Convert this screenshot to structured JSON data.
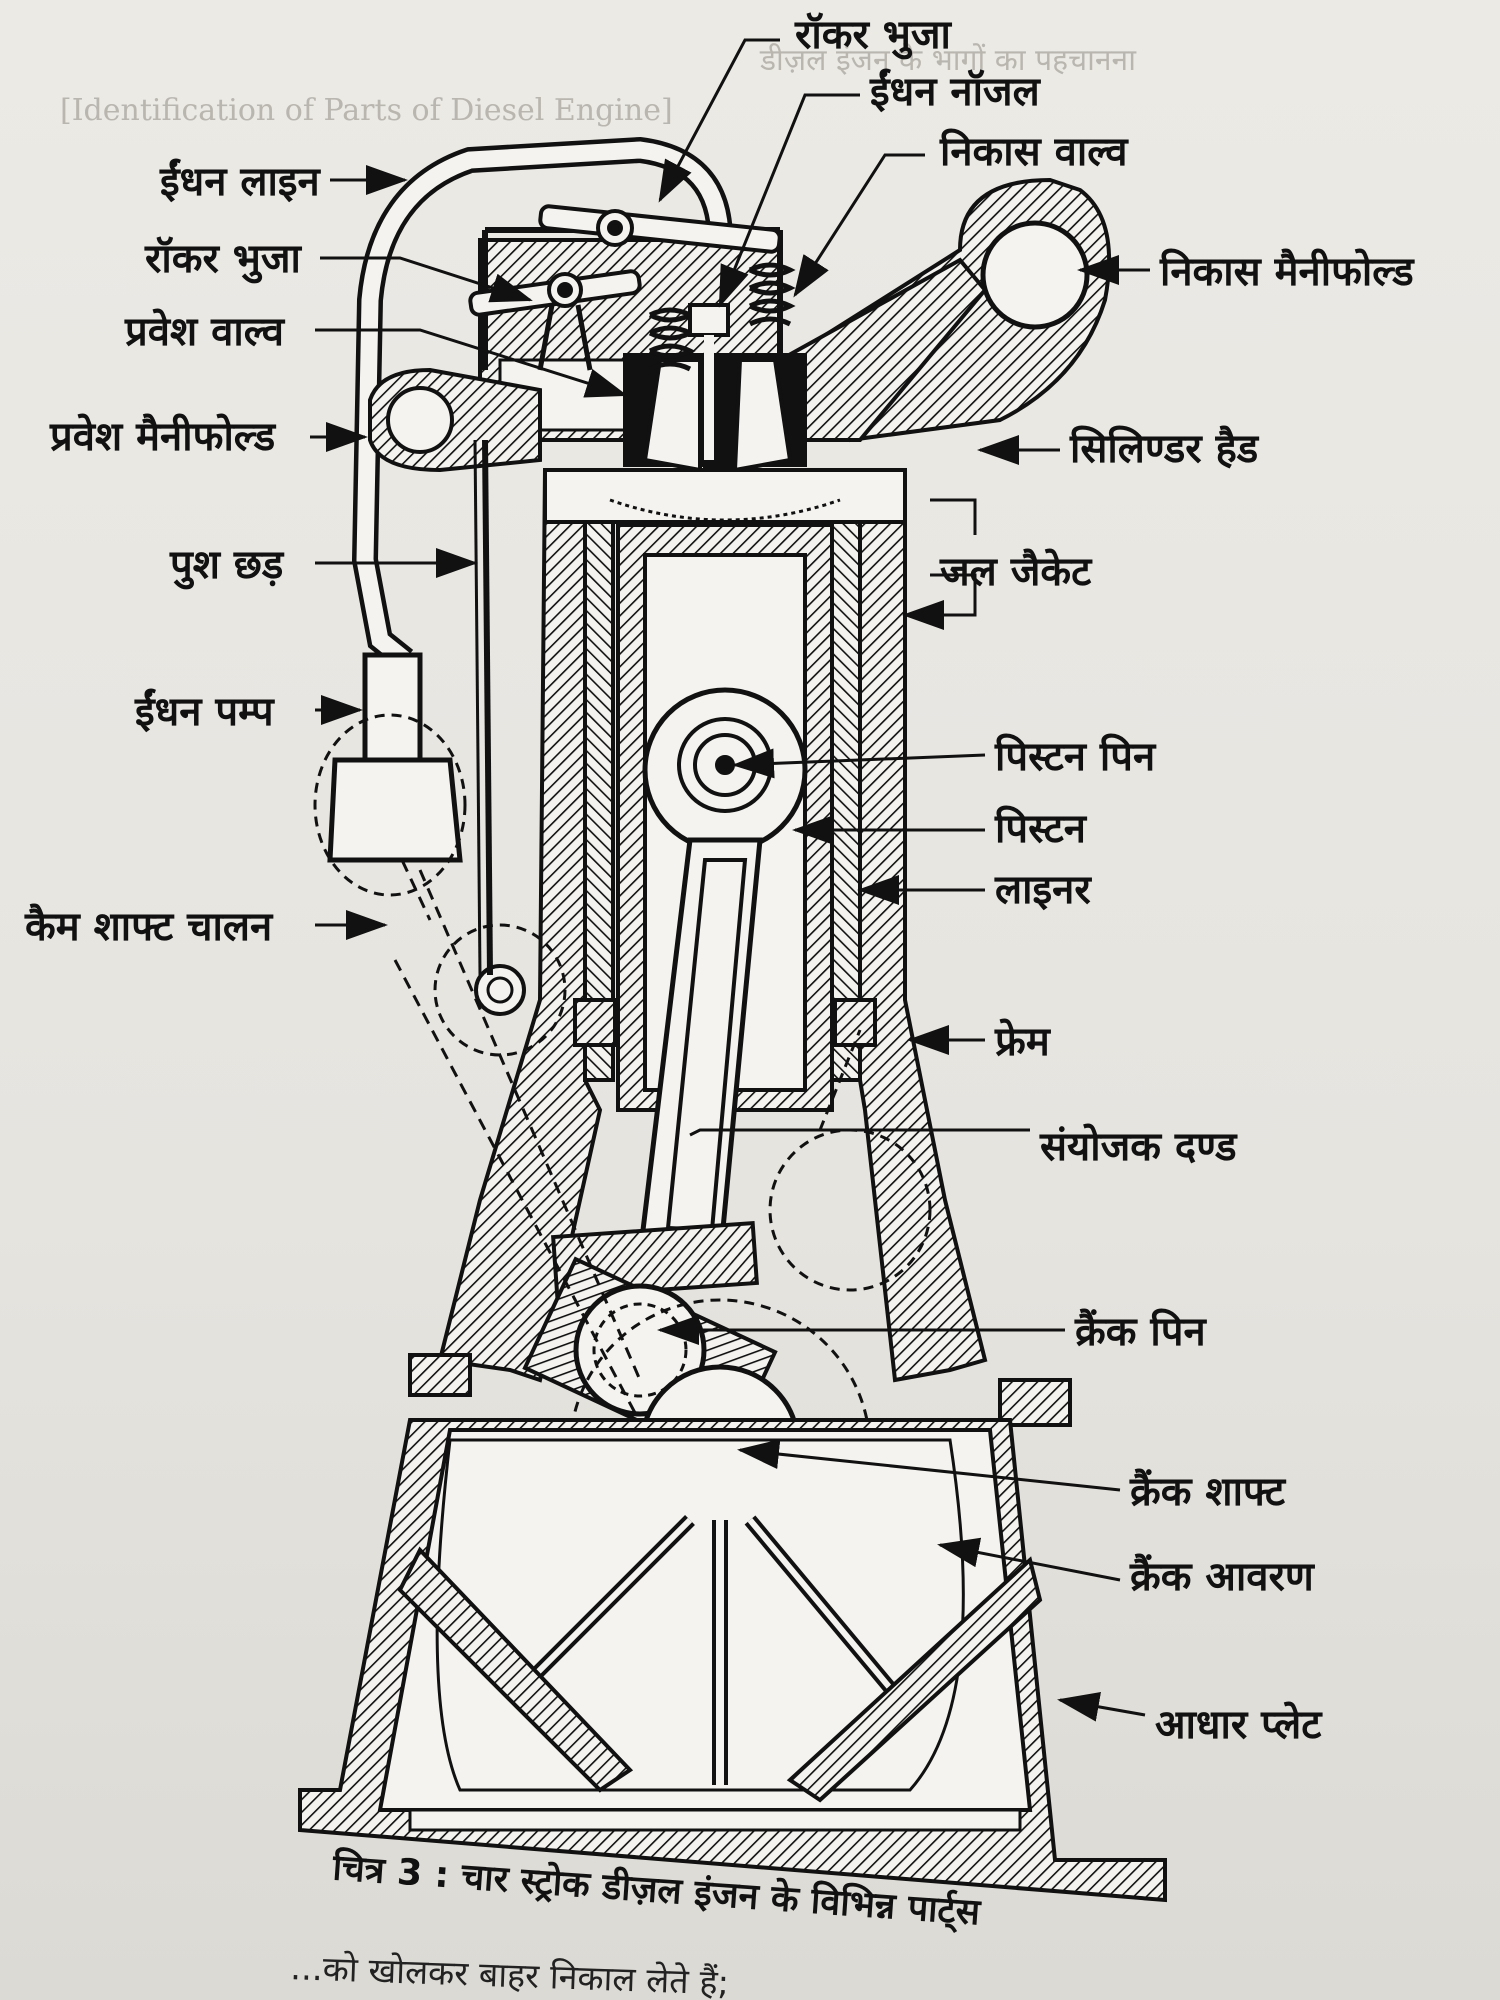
{
  "labels": {
    "rocker_arm_top": "रॉकर भुजा",
    "fuel_nozzle": "ईंधन नॉजल",
    "exhaust_valve": "निकास वाल्व",
    "fuel_line": "ईंधन लाइन",
    "exhaust_manifold": "निकास मैनीफोल्ड",
    "rocker_arm_left": "रॉकर भुजा",
    "intake_valve": "प्रवेश वाल्व",
    "intake_manifold": "प्रवेश मैनीफोल्ड",
    "cylinder_head": "सिलिण्डर हैड",
    "push_rod": "पुश छड़",
    "water_jacket": "जल जैकेट",
    "fuel_pump": "ईंधन पम्प",
    "piston_pin": "पिस्टन पिन",
    "piston": "पिस्टन",
    "liner": "लाइनर",
    "camshaft_drive": "कैम शाफ्ट चालन",
    "frame": "फ्रेम",
    "connecting_rod": "संयोजक दण्ड",
    "crank_pin": "क्रैंक पिन",
    "crank_shaft": "क्रैंक शाफ्ट",
    "crank_case": "क्रैंक आवरण",
    "base_plate": "आधार प्लेट"
  },
  "caption": "चित्र 3 : चार स्ट्रोक डीज़ल इंजन के विभिन्न पार्ट्स",
  "background_text": {
    "top_right_heading": "डीज़ल इंजन के भागों का पहचानना",
    "top_right_english": "[Identification of Parts of Diesel Engine]",
    "bottom_line": "...को खोलकर बाहर निकाल लेते हैं;"
  },
  "colors": {
    "ink": "#111111",
    "paper": "#eceae5"
  }
}
